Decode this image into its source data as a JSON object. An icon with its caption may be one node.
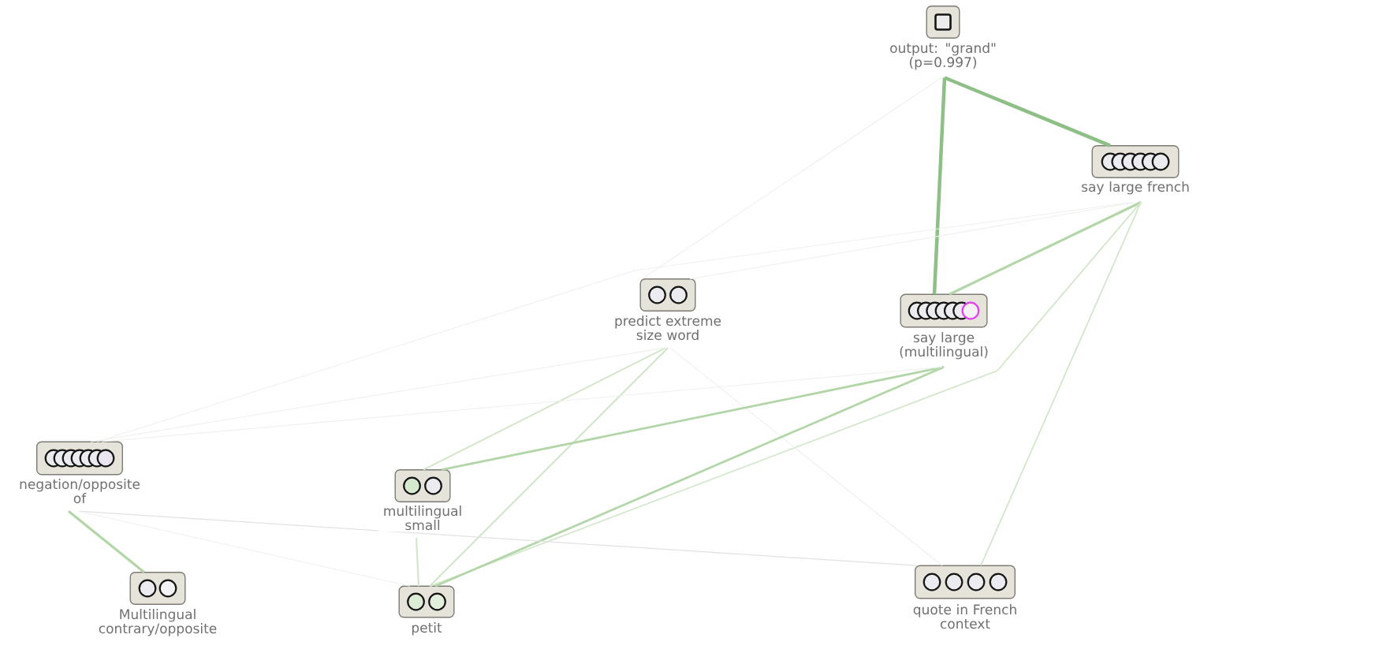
{
  "diagram": {
    "nodes": [
      {
        "text": [
          "output: \"grand\" (p=0.997)"
        ]
      },
      {
        "text": [
          "say large french"
        ]
      },
      {
        "text": [
          "predict extreme size word"
        ]
      },
      {
        "text": [
          "say large (multilingual)"
        ]
      },
      {
        "text": [
          "negation/opposite of"
        ]
      },
      {
        "text": [
          "multilingual small"
        ]
      },
      {
        "text": [
          "Multilingual contrary/opposite"
        ]
      },
      {
        "text": [
          "petit"
        ]
      },
      {
        "text": [
          "quote in French context"
        ]
      }
    ],
    "edges": [
      {
        "from": 0,
        "to": 1,
        "arrow": "none",
        "style": "thick",
        "color": "#8dbf86"
      },
      {
        "from": 0,
        "to": 3,
        "arrow": "none",
        "style": "thick",
        "color": "#8dbf86"
      },
      {
        "from": 0,
        "to": 2,
        "arrow": "none"
      },
      {
        "from": 1,
        "to": 3,
        "arrow": "none",
        "color": "#b3d6a8"
      },
      {
        "from": 1,
        "to": 8,
        "arrow": "none",
        "color": "#d2e7ca"
      },
      {
        "from": 1,
        "to": 2,
        "arrow": "none"
      },
      {
        "from": 1,
        "to": 4,
        "arrow": "none"
      },
      {
        "from": 1,
        "to": 7,
        "arrow": "none",
        "color": "#d2e7ca"
      },
      {
        "from": 2,
        "to": 5,
        "arrow": "none",
        "color": "#d2e7ca"
      },
      {
        "from": 2,
        "to": 7,
        "arrow": "none",
        "color": "#d2e7ca"
      },
      {
        "from": 2,
        "to": 8,
        "arrow": "none"
      },
      {
        "from": 2,
        "to": 4,
        "arrow": "none"
      },
      {
        "from": 3,
        "to": 5,
        "arrow": "none",
        "color": "#b3d6a8"
      },
      {
        "from": 3,
        "to": 7,
        "arrow": "none",
        "color": "#b3d6a8"
      },
      {
        "from": 3,
        "to": 4,
        "arrow": "none"
      },
      {
        "from": 4,
        "to": 6,
        "arrow": "none",
        "color": "#b3d6a8"
      },
      {
        "from": 4,
        "to": 8,
        "arrow": "none",
        "color": "#e2e2e2"
      },
      {
        "from": 4,
        "to": 7,
        "arrow": "none"
      },
      {
        "from": 5,
        "to": 7,
        "arrow": "none",
        "color": "#d2e7ca"
      }
    ]
  }
}
